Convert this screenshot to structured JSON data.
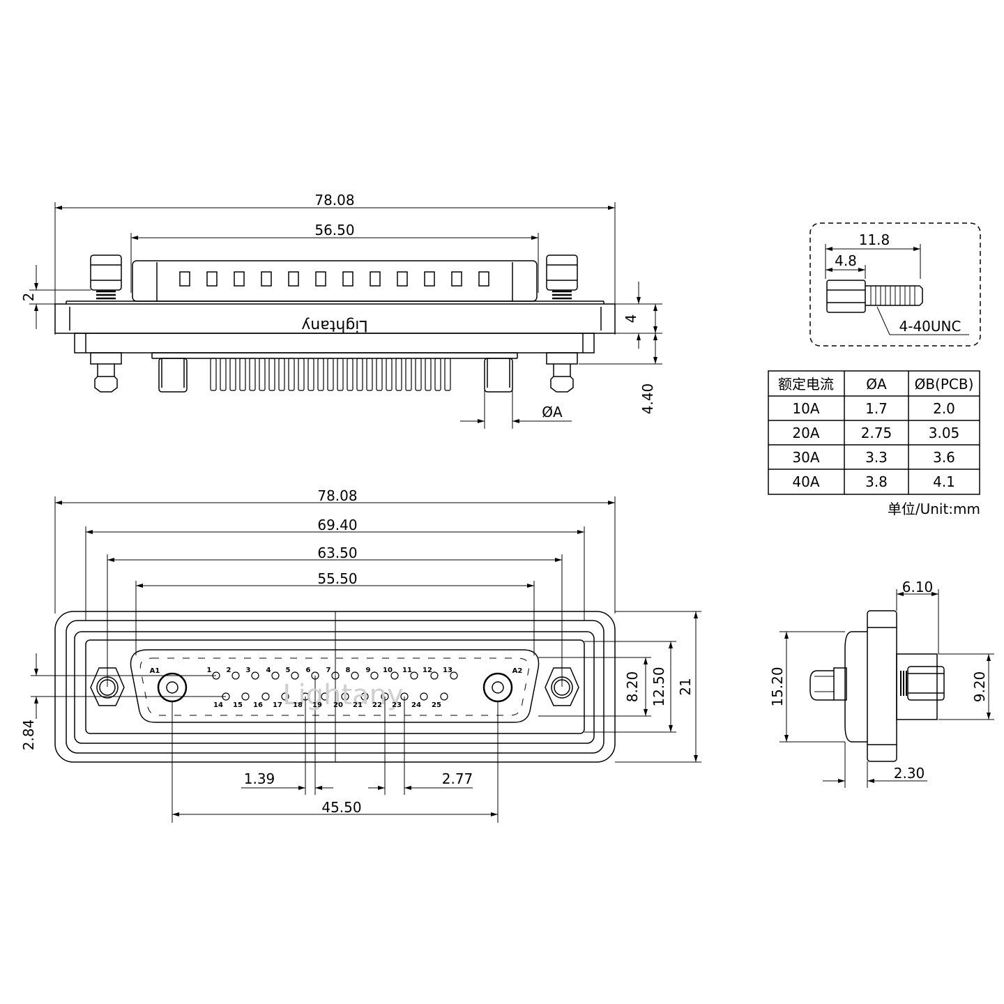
{
  "front_view": {
    "overall_width": "78.08",
    "body_width": "56.50",
    "flange_offset": "2",
    "flange_thickness": "4",
    "pin_length": "4.40",
    "phi_a": "ØA",
    "brand_text": "Lightany"
  },
  "face_view": {
    "overall_width": "78.08",
    "width_2": "69.40",
    "mount_hole_pitch": "63.50",
    "shell_width": "55.50",
    "large_contact_pitch": "45.50",
    "pin_pitch_1": "1.39",
    "pin_pitch_2": "2.77",
    "bottom_offset": "2.84",
    "height_inner": "8.20",
    "height_shell": "12.50",
    "height_total": "21",
    "contact_a1": "A1",
    "contact_a2": "A2",
    "top_row_pins": [
      "1",
      "2",
      "3",
      "4",
      "5",
      "6",
      "7",
      "8",
      "9",
      "10",
      "11",
      "12",
      "13"
    ],
    "bottom_row_pins": [
      "14",
      "15",
      "16",
      "17",
      "18",
      "19",
      "20",
      "21",
      "22",
      "23",
      "24",
      "25"
    ],
    "watermark": "Lightany"
  },
  "side_view": {
    "depth": "6.10",
    "height_outer": "15.20",
    "height_inner": "9.20",
    "thickness": "2.30"
  },
  "screw_detail": {
    "total_length": "11.8",
    "hex_length": "4.8",
    "thread": "4-40UNC"
  },
  "table": {
    "headers": [
      "额定电流",
      "ØA",
      "ØB(PCB)"
    ],
    "rows": [
      [
        "10A",
        "1.7",
        "2.0"
      ],
      [
        "20A",
        "2.75",
        "3.05"
      ],
      [
        "30A",
        "3.3",
        "3.6"
      ],
      [
        "40A",
        "3.8",
        "4.1"
      ]
    ],
    "unit_note": "单位/Unit:mm"
  }
}
